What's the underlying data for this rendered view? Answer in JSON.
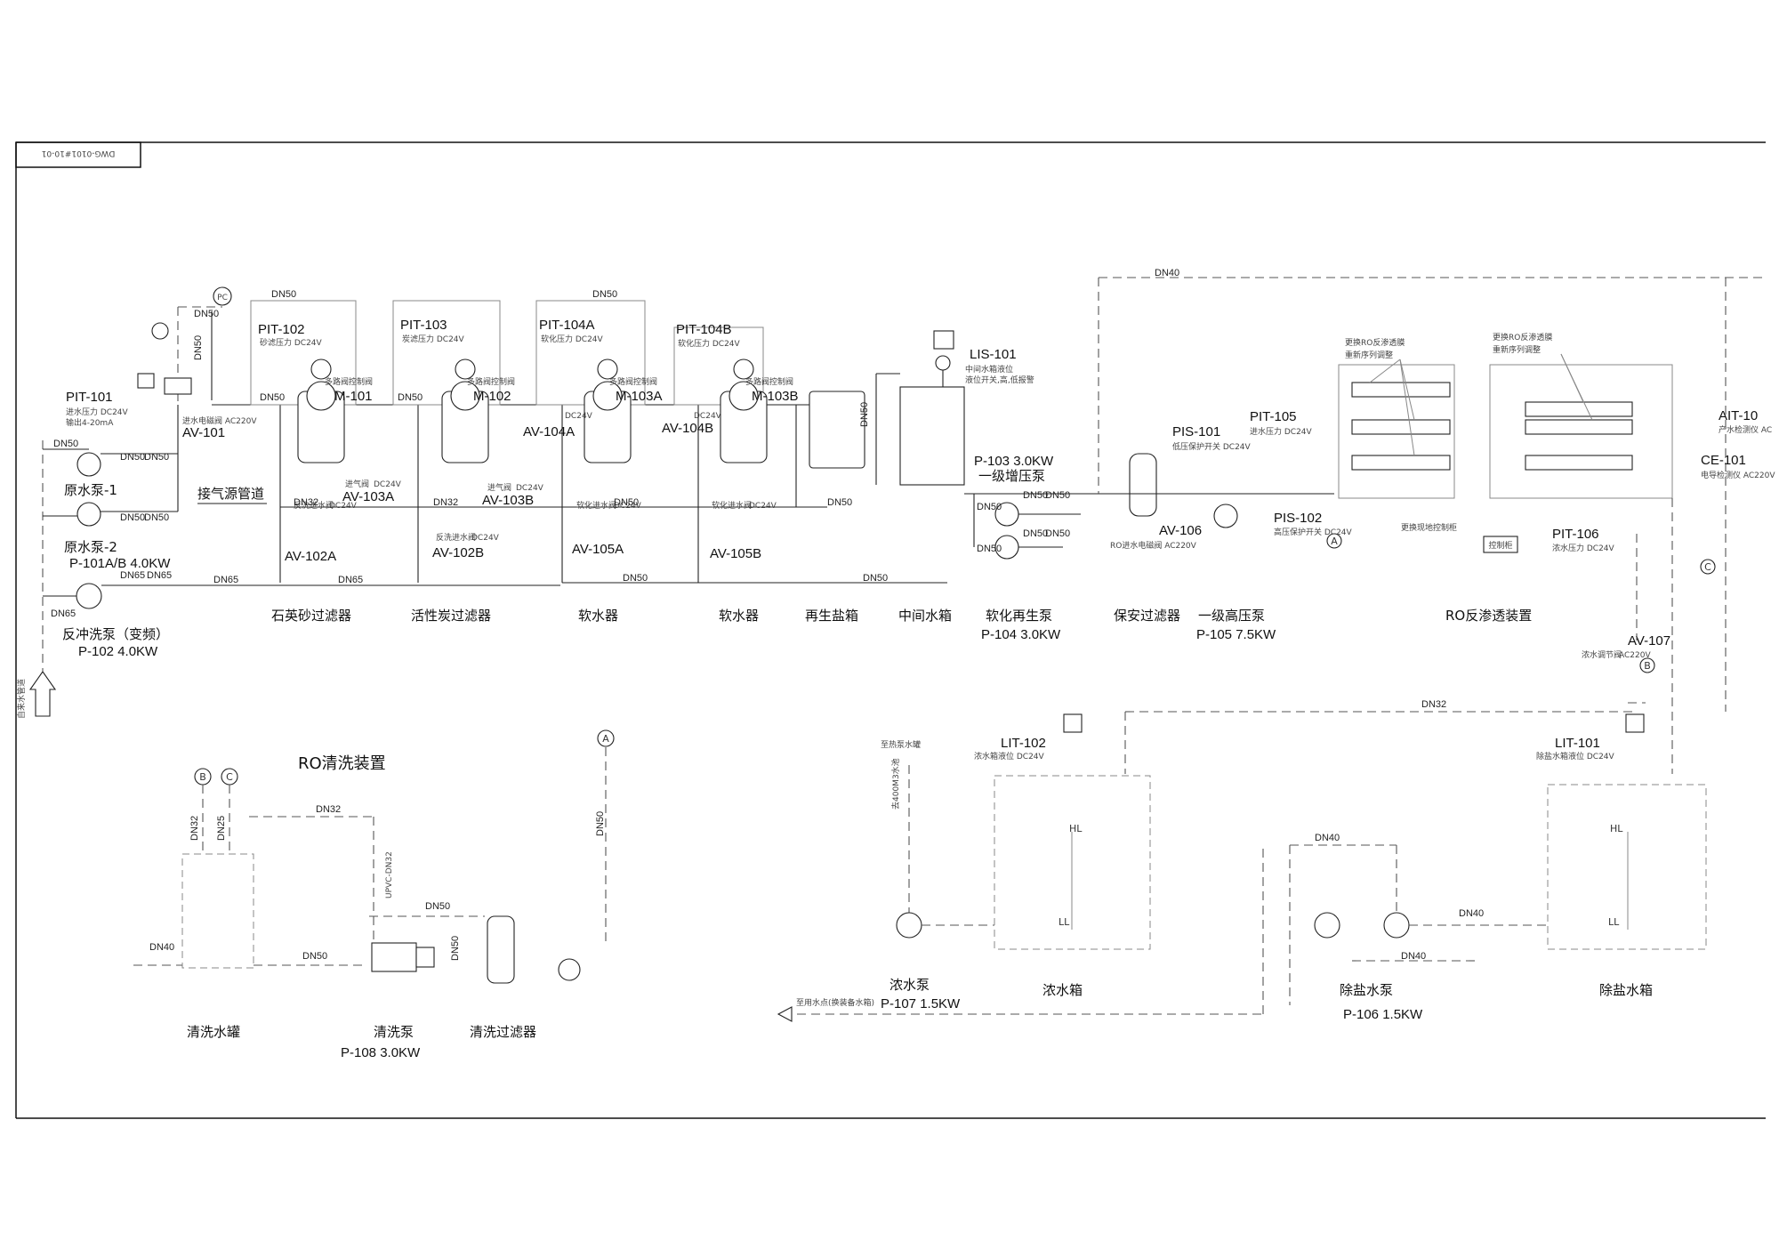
{
  "drawing_number": "DWG-0101#10-01",
  "upper": {
    "tags": {
      "pit101": "PIT-101",
      "pit101_desc": "进水压力 DC24V",
      "pit101_sig": "输出4-20mA",
      "av101": "AV-101",
      "av101_desc": "进水电磁阀 AC220V",
      "pit102": "PIT-102",
      "pit102_desc": "砂滤压力 DC24V",
      "pit103": "PIT-103",
      "pit103_desc": "炭滤压力 DC24V",
      "pit104a": "PIT-104A",
      "pit104a_desc": "软化压力 DC24V",
      "pit104b": "PIT-104B",
      "pit104b_desc": "软化压力 DC24V",
      "m101": "M-101",
      "m102": "M-102",
      "m103a": "M-103A",
      "m103b": "M-103B",
      "valve_head": "多路阀控制阀",
      "av103a": "AV-103A",
      "av103b": "AV-103B",
      "av104a": "AV-104A",
      "av104b": "AV-104B",
      "av102a": "AV-102A",
      "av102b": "AV-102B",
      "av105a": "AV-105A",
      "av105b": "AV-105B",
      "inlet_valve": "进气阀",
      "backwash_valve": "反洗进水阀",
      "soft_valve": "软化进水阀",
      "dc24": "DC24V",
      "lis101": "LIS-101",
      "lis101_desc": "中间水箱液位",
      "lis101_desc2": "液位开关,高,低报警",
      "p103": "P-103 3.0KW",
      "p103_name": "一级增压泵",
      "pis101": "PIS-101",
      "pis101_desc": "低压保护开关 DC24V",
      "pit105": "PIT-105",
      "pit105_desc": "进水压力 DC24V",
      "pis102": "PIS-102",
      "pis102_desc": "高压保护开关 DC24V",
      "av106": "AV-106",
      "av106_desc": "RO进水电磁阀 AC220V",
      "pit106": "PIT-106",
      "pit106_desc": "浓水压力 DC24V",
      "ait10": "AIT-10",
      "ait10_desc": "产水检测仪 AC",
      "ce101": "CE-101",
      "ce101_desc": "电导检测仪 AC220V",
      "av107": "AV-107",
      "av107_desc": "AC220V",
      "av107_note": "浓水调节阀",
      "note1a": "更换RO反渗透膜",
      "note1b": "重新序列调整",
      "note2a": "更换RO反渗透膜",
      "note2b": "重新序列调整",
      "ctrl_note": "更换现地控制柜",
      "ctrl_box": "控制柜",
      "air_pipe": "接气源管道",
      "pc": "PC",
      "dn40_top": "DN40",
      "raw_pump1": "原水泵-1",
      "raw_pump2": "原水泵-2",
      "raw_pump_spec": "P-101A/B  4.0KW",
      "backwash_pump": "反冲洗泵（变频）",
      "backwash_spec": "P-102 4.0KW",
      "raw_in": "自来水管道"
    },
    "names": {
      "quartz": "石英砂过滤器",
      "carbon": "活性炭过滤器",
      "soft1": "软水器",
      "soft2": "软水器",
      "brine": "再生盐箱",
      "mid_tank": "中间水箱",
      "regen_pump": "软化再生泵",
      "regen_spec": "P-104 3.0KW",
      "security": "保安过滤器",
      "hp_pump": "一级高压泵",
      "hp_spec": "P-105 7.5KW",
      "ro": "RO反渗透装置"
    },
    "dn": {
      "dn50": "DN50",
      "dn65": "DN65",
      "dn32": "DN32",
      "dn40": "DN40",
      "dn25": "DN25"
    }
  },
  "lower": {
    "ro_clean_title": "RO清洗装置",
    "b": "B",
    "c": "C",
    "a": "A",
    "clean_tank": "清洗水罐",
    "clean_pump": "清洗泵",
    "clean_spec": "P-108 3.0KW",
    "clean_filter": "清洗过滤器",
    "upvc": "UPVC-DN32",
    "to_tank": "至热泵水罐",
    "to_tank2": "去400M3水池",
    "lit102": "LIT-102",
    "lit102_desc": "浓水箱液位 DC24V",
    "lit101": "LIT-101",
    "lit101_desc": "除盐水箱液位 DC24V",
    "hl": "HL",
    "ll": "LL",
    "conc_pump": "浓水泵",
    "conc_spec": "P-107 1.5KW",
    "conc_tank": "浓水箱",
    "demin_pump": "除盐水泵",
    "demin_spec": "P-106 1.5KW",
    "demin_tank": "除盐水箱",
    "to_users": "至用水点(换装备水箱)"
  }
}
